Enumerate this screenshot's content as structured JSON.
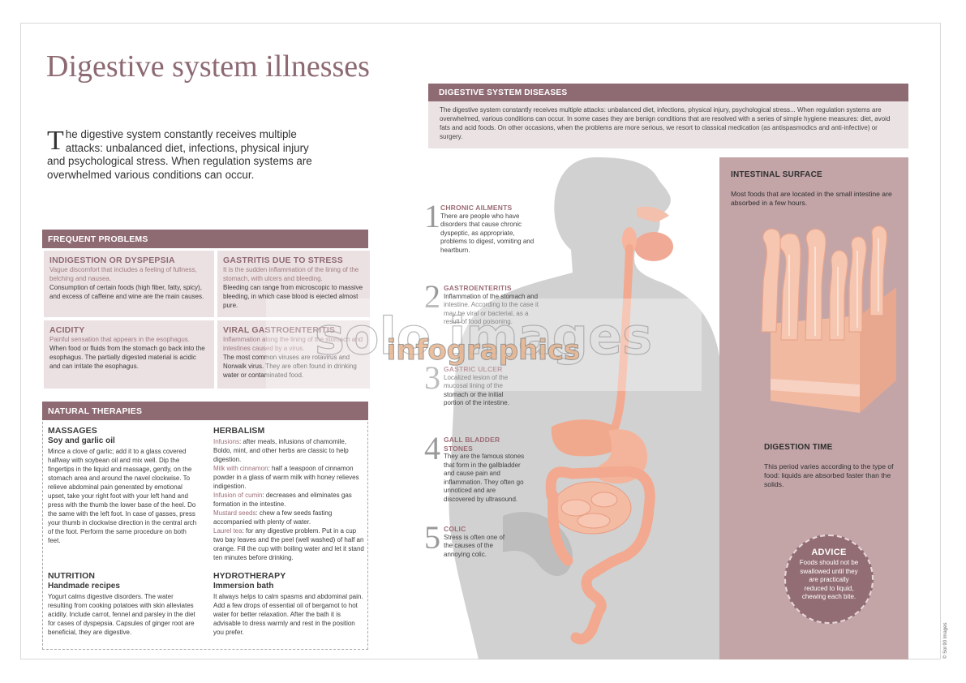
{
  "title": "Digestive system illnesses",
  "intro": {
    "dropcap": "T",
    "text": "he digestive system constantly receives multiple attacks: unbalanced diet, infections, physical injury and psychological stress. When regulation systems are overwhelmed various conditions can occur."
  },
  "frequent_problems": {
    "header": "FREQUENT PROBLEMS",
    "items": [
      {
        "title": "INDIGESTION OR DYSPEPSIA",
        "subtitle": "Vague discomfort that includes a feeling of fullness, belching and nausea.",
        "body": "Consumption of certain foods (high fiber, fatty, spicy), and excess of caffeine and wine are the main causes."
      },
      {
        "title": "GASTRITIS DUE TO STRESS",
        "subtitle": "It is the sudden inflammation of the lining of the stomach, with ulcers and bleeding.",
        "body": "Bleeding can range from microscopic to massive bleeding, in which case blood is ejected almost pure."
      },
      {
        "title": "ACIDITY",
        "subtitle": "Painful sensation that appears in the esophagus.",
        "body": "When food or fluids from the stomach go back into the esophagus. The partially digested material is acidic and can irritate the esophagus."
      },
      {
        "title": "VIRAL GASTROENTERITIS",
        "subtitle": "Inflammation along the lining of the stomach and intestines caused by a virus.",
        "body": "The most common viruses are rotavirus and Norwalk virus. They are often found in drinking water or contaminated food."
      }
    ]
  },
  "natural_therapies": {
    "header": "NATURAL THERAPIES",
    "massages": {
      "title": "MASSAGES",
      "subtitle": "Soy and garlic oil",
      "text": "Mince a clove of garlic; add it to a glass covered halfway with soybean oil and mix well. Dip the fingertips in the liquid and massage, gently, on the stomach area and around the navel clockwise. To relieve abdominal pain generated by emotional upset, take your right foot with your left hand and press with the thumb the lower base of the heel. Do the same with the left foot. In case of gasses, press your thumb in clockwise direction in the central arch of the foot. Perform the same procedure on both feet."
    },
    "nutrition": {
      "title": "NUTRITION",
      "subtitle": "Handmade recipes",
      "text": "Yogurt calms digestive disorders. The water resulting from cooking potatoes with skin alleviates acidity. Include carrot, fennel and parsley in the diet for cases of dyspepsia. Capsules of ginger root are beneficial, they are digestive."
    },
    "herbalism": {
      "title": "HERBALISM",
      "entries": [
        {
          "term": "Infusions",
          "text": ": after meals, infusions of chamomile, Boldo, mint, and other herbs are classic to help digestion."
        },
        {
          "term": "Milk with cinnamon",
          "text": ": half a teaspoon of cinnamon powder in a glass of warm milk with honey relieves indigestion."
        },
        {
          "term": "Infusion of cumin",
          "text": ": decreases and eliminates gas formation in the intestine."
        },
        {
          "term": "Mustard seeds",
          "text": ": chew a few seeds fasting accompanied with plenty of water."
        },
        {
          "term": "Laurel tea",
          "text": ": for any digestive problem. Put in a cup two bay leaves and the peel (well washed) of half an orange. Fill the cup with boiling water and let it stand ten minutes before drinking."
        }
      ]
    },
    "hydrotherapy": {
      "title": "HYDROTHERAPY",
      "subtitle": "Immersion bath",
      "text": "It always helps to calm spasms and abdominal pain. Add a few drops of essential oil of bergamot to hot water for better relaxation. After the bath it is advisable to dress warmly and rest in the position you prefer."
    }
  },
  "diseases": {
    "header": "DIGESTIVE SYSTEM DISEASES",
    "text": "The digestive system constantly receives multiple attacks: unbalanced diet, infections, physical injury, psychological stress... When regulation systems are overwhelmed, various conditions can occur. In some cases they are benign conditions that are resolved with a series of simple hygiene measures: diet, avoid fats and acid foods. On other occasions, when the problems are more serious, we resort to classical medication (as antispasmodics and anti-infective) or surgery.",
    "items": [
      {
        "num": "1",
        "title": "CHRONIC AILMENTS",
        "text": "There are people who have disorders that cause chronic dyspeptic, as appropriate, problems to digest, vomiting and heartburn."
      },
      {
        "num": "2",
        "title": "GASTROENTERITIS",
        "text": "Inflammation of the stomach and intestine. According to the case it may be viral or bacterial, as a result of food poisoning."
      },
      {
        "num": "3",
        "title": "GASTRIC ULCER",
        "text": "Localized lesion of the mucosal lining of the stomach or the initial portion of the intestine."
      },
      {
        "num": "4",
        "title": "GALL BLADDER STONES",
        "text": "They are the famous stones that form in the gallbladder and cause pain and inflammation. They often go unnoticed and are discovered by ultrasound."
      },
      {
        "num": "5",
        "title": "COLIC",
        "text": "Stress is often one of the causes of the annoying colic."
      }
    ]
  },
  "intestinal": {
    "surface_title": "INTESTINAL SURFACE",
    "surface_text": "Most foods that are located in the small intestine are absorbed in a few hours.",
    "time_title": "DIGESTION TIME",
    "time_text": "This period varies according to the type of food: liquids are absorbed faster than the solids."
  },
  "advice": {
    "title": "ADVICE",
    "text": "Foods should not be swallowed until they are practically reduced to liquid, chewing each bite."
  },
  "watermark": {
    "line1": "solo images",
    "line2": "infographics"
  },
  "credit": "© Sol 90 Images",
  "colors": {
    "accent": "#8e6a72",
    "panel_bg": "#ece1e2",
    "intestinal_bg": "#c3a5a8",
    "organ": "#f3b39a"
  }
}
